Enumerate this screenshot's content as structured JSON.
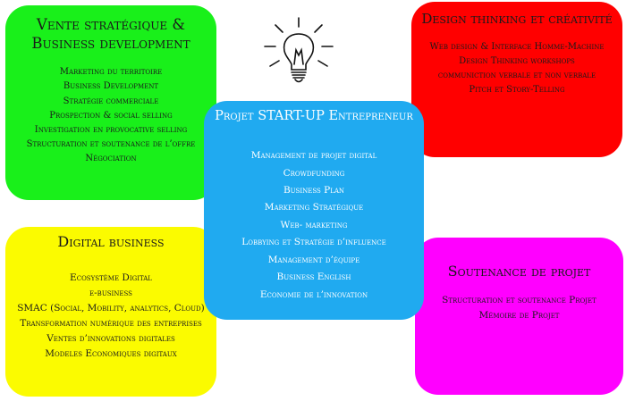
{
  "boxes": {
    "green": {
      "title": "Vente stratégique & Business development",
      "color": "#19f01a",
      "items": [
        "Marketing du territoire",
        "Business Development",
        "Stratégie commerciale",
        "Prospection & social selling",
        "Investigation en provocative selling",
        "Structuration et soutenance de l’offre",
        "Négociation"
      ]
    },
    "red": {
      "title": "Design thinking et créativité",
      "color": "#ff0000",
      "items": [
        "Web design & Interface Homme-Machine",
        "Design Thinking workshops",
        "communiction verbale et non verbale",
        "Pitch et Story-Telling"
      ]
    },
    "blue": {
      "title": "Projet START-UP Entrepreneur",
      "color": "#20aaf0",
      "items": [
        "Management de projet digital",
        "Crowdfunding",
        "Business Plan",
        "Marketing Stratégique",
        "Web- marketing",
        "Lobbying et Stratégie d’influence",
        "Management d’équipe",
        "Business English",
        "Economie de l’innovation"
      ]
    },
    "yellow": {
      "title": "Digital business",
      "color": "#fbfb00",
      "items": [
        "Ecosystème Digital",
        "e-business",
        "SMAC (Social, Mobility, analytics, Cloud)",
        "Transformation numérique des entreprises",
        "Ventes d’innovations digitales",
        "Modeles Economiques digitaux"
      ]
    },
    "magenta": {
      "title": "Soutenance de projet",
      "color": "#ff00ff",
      "items": [
        "Structuration et soutenance Projet",
        "Mémoire de Projet"
      ]
    }
  },
  "icons": {
    "idea": "lightbulb-icon"
  }
}
